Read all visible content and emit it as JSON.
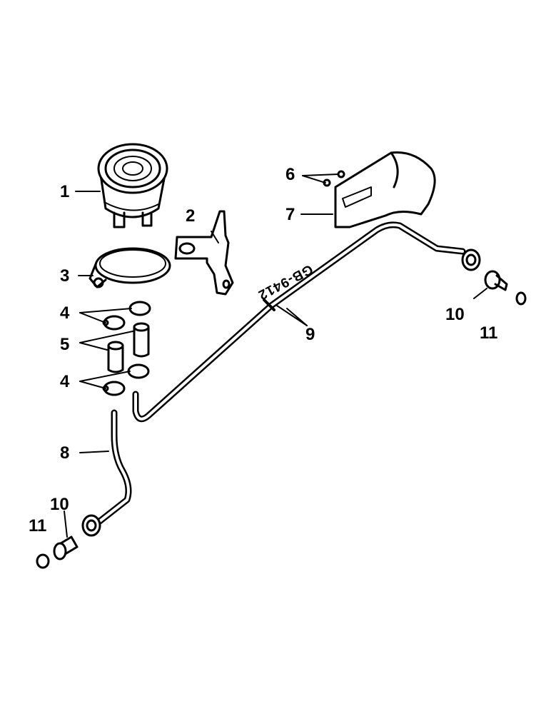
{
  "drawing": {
    "code": "GB-9412",
    "callouts": {
      "c1": "1",
      "c2": "2",
      "c3": "3",
      "c4a": "4",
      "c4b": "4",
      "c5": "5",
      "c6": "6",
      "c7": "7",
      "c8": "8",
      "c9": "9",
      "c10a": "10",
      "c11a": "11",
      "c10b": "10",
      "c11b": "11"
    }
  }
}
